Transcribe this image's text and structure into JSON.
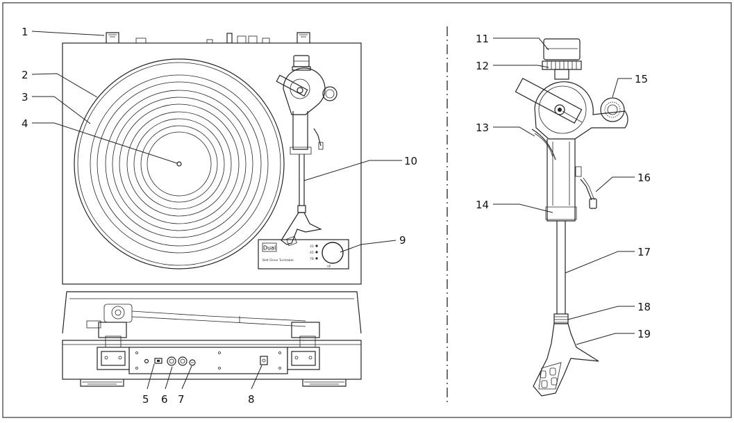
{
  "callouts": [
    "1",
    "2",
    "3",
    "4",
    "5",
    "6",
    "7",
    "8",
    "9",
    "10",
    "11",
    "12",
    "13",
    "14",
    "15",
    "16",
    "17",
    "18",
    "19"
  ],
  "nameplate": {
    "brand": "Dual",
    "subtitle": "Belt Drive Turntable",
    "speeds": [
      "33",
      "45",
      "78"
    ],
    "knob_label": "UP"
  }
}
